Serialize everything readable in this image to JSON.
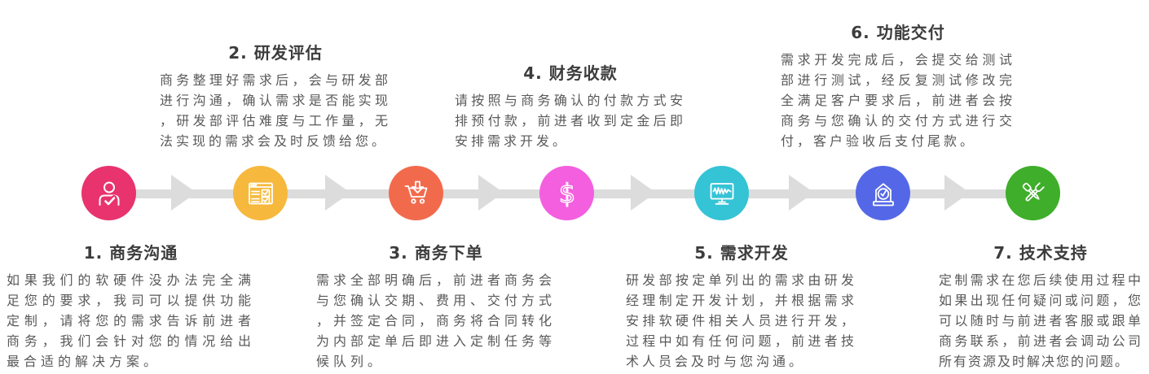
{
  "diagram": {
    "connector_color": "#dcdcdc",
    "steps": [
      {
        "num": "1",
        "title": "1. 商务沟通",
        "description": "如果我们的软硬件没办法完全满足您的要求，我司可以提供功能定制，请将您的需求告诉前进者商务，我们会针对您的情况给出最合适的解决方案。",
        "icon": "user-check-icon",
        "color": "#e8336e",
        "position": "bottom"
      },
      {
        "num": "2",
        "title": "2. 研发评估",
        "description": "商务整理好需求后，会与研发部进行沟通，确认需求是否能实现，研发部评估难度与工作量，无法实现的需求会及时反馈给您。",
        "icon": "checklist-icon",
        "color": "#f6b93d",
        "position": "top"
      },
      {
        "num": "3",
        "title": "3. 商务下单",
        "description": "需求全部明确后，前进者商务会与您确认交期、费用、交付方式，并签定合同，商务将合同转化为内部定单后即进入定制任务等候队列。",
        "icon": "shopping-cart-icon",
        "color": "#f26a4c",
        "position": "bottom"
      },
      {
        "num": "4",
        "title": "4. 财务收款",
        "description": "请按照与商务确认的付款方式安排预付款，前进者收到定金后即安排需求开发。",
        "icon": "dollar-icon",
        "color": "#f35fde",
        "position": "top"
      },
      {
        "num": "5",
        "title": "5. 需求开发",
        "description": "研发部按定单列出的需求由研发经理制定开发计划，并根据需求安排软硬件相关人员进行开发，过程中如有任何问题，前进者技术人员会及时与您沟通。",
        "icon": "monitor-icon",
        "color": "#35c3d6",
        "position": "bottom"
      },
      {
        "num": "6",
        "title": "6. 功能交付",
        "description": "需求开发完成后，会提交给测试部进行测试，经反复测试修改完全满足客户要求后，前进者会按商务与您确认的交付方式进行交付，客户验收后支付尾款。",
        "icon": "delivery-badge-icon",
        "color": "#5468e7",
        "position": "top"
      },
      {
        "num": "7",
        "title": "7. 技术支持",
        "description": "定制需求在您后续使用过程中如果出现任何疑问或问题，您可以随时与前进者客服或跟单商务联系，前进者会调动公司所有资源及时解决您的问题。",
        "icon": "tools-icon",
        "color": "#3fae2a",
        "position": "bottom"
      }
    ]
  }
}
